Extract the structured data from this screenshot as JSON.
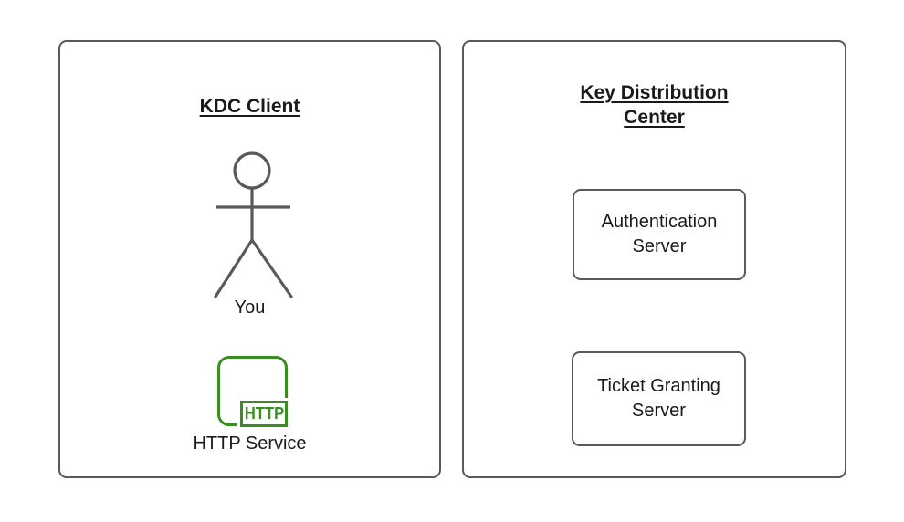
{
  "diagram": {
    "colors": {
      "border": "#595959",
      "text": "#1a1a1a",
      "green": "#388e1f",
      "background": "#ffffff"
    },
    "icons": {
      "actor": "stick-figure-person-icon",
      "http_service": "http-rounded-square-icon"
    },
    "left_panel": {
      "title": "KDC Client",
      "actor": {
        "label": "You"
      },
      "service": {
        "badge": "HTTP",
        "label": "HTTP Service"
      }
    },
    "right_panel": {
      "title": "Key Distribution Center",
      "nodes": [
        {
          "label": "Authentication Server"
        },
        {
          "label": "Ticket Granting Server"
        }
      ]
    }
  }
}
